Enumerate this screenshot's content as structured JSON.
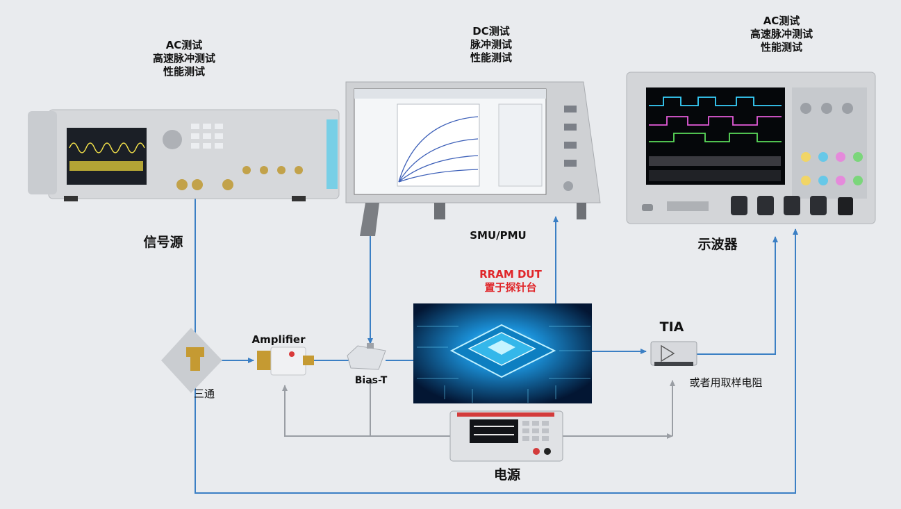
{
  "colors": {
    "wire_blue": "#3b7fc4",
    "wire_gray": "#9a9ea4",
    "dut_red": "#e0262a",
    "background": "#e9ebee"
  },
  "instruments": {
    "signal_source": {
      "caption": "AC测试\n高速脉冲测试\n性能测试",
      "label": "信号源"
    },
    "smu": {
      "caption": "DC测试\n脉冲测试\n性能测试",
      "label": "SMU/PMU"
    },
    "scope": {
      "caption": "AC测试\n高速脉冲测试\n性能测试",
      "label": "示波器"
    },
    "power": {
      "label": "电源"
    }
  },
  "components": {
    "tee": "三通",
    "amplifier": "Amplifier",
    "bias_tee": "Bias-T",
    "dut": "RRAM DUT\n置于探针台",
    "tia": "TIA",
    "tia_note": "或者用取样电阻"
  }
}
